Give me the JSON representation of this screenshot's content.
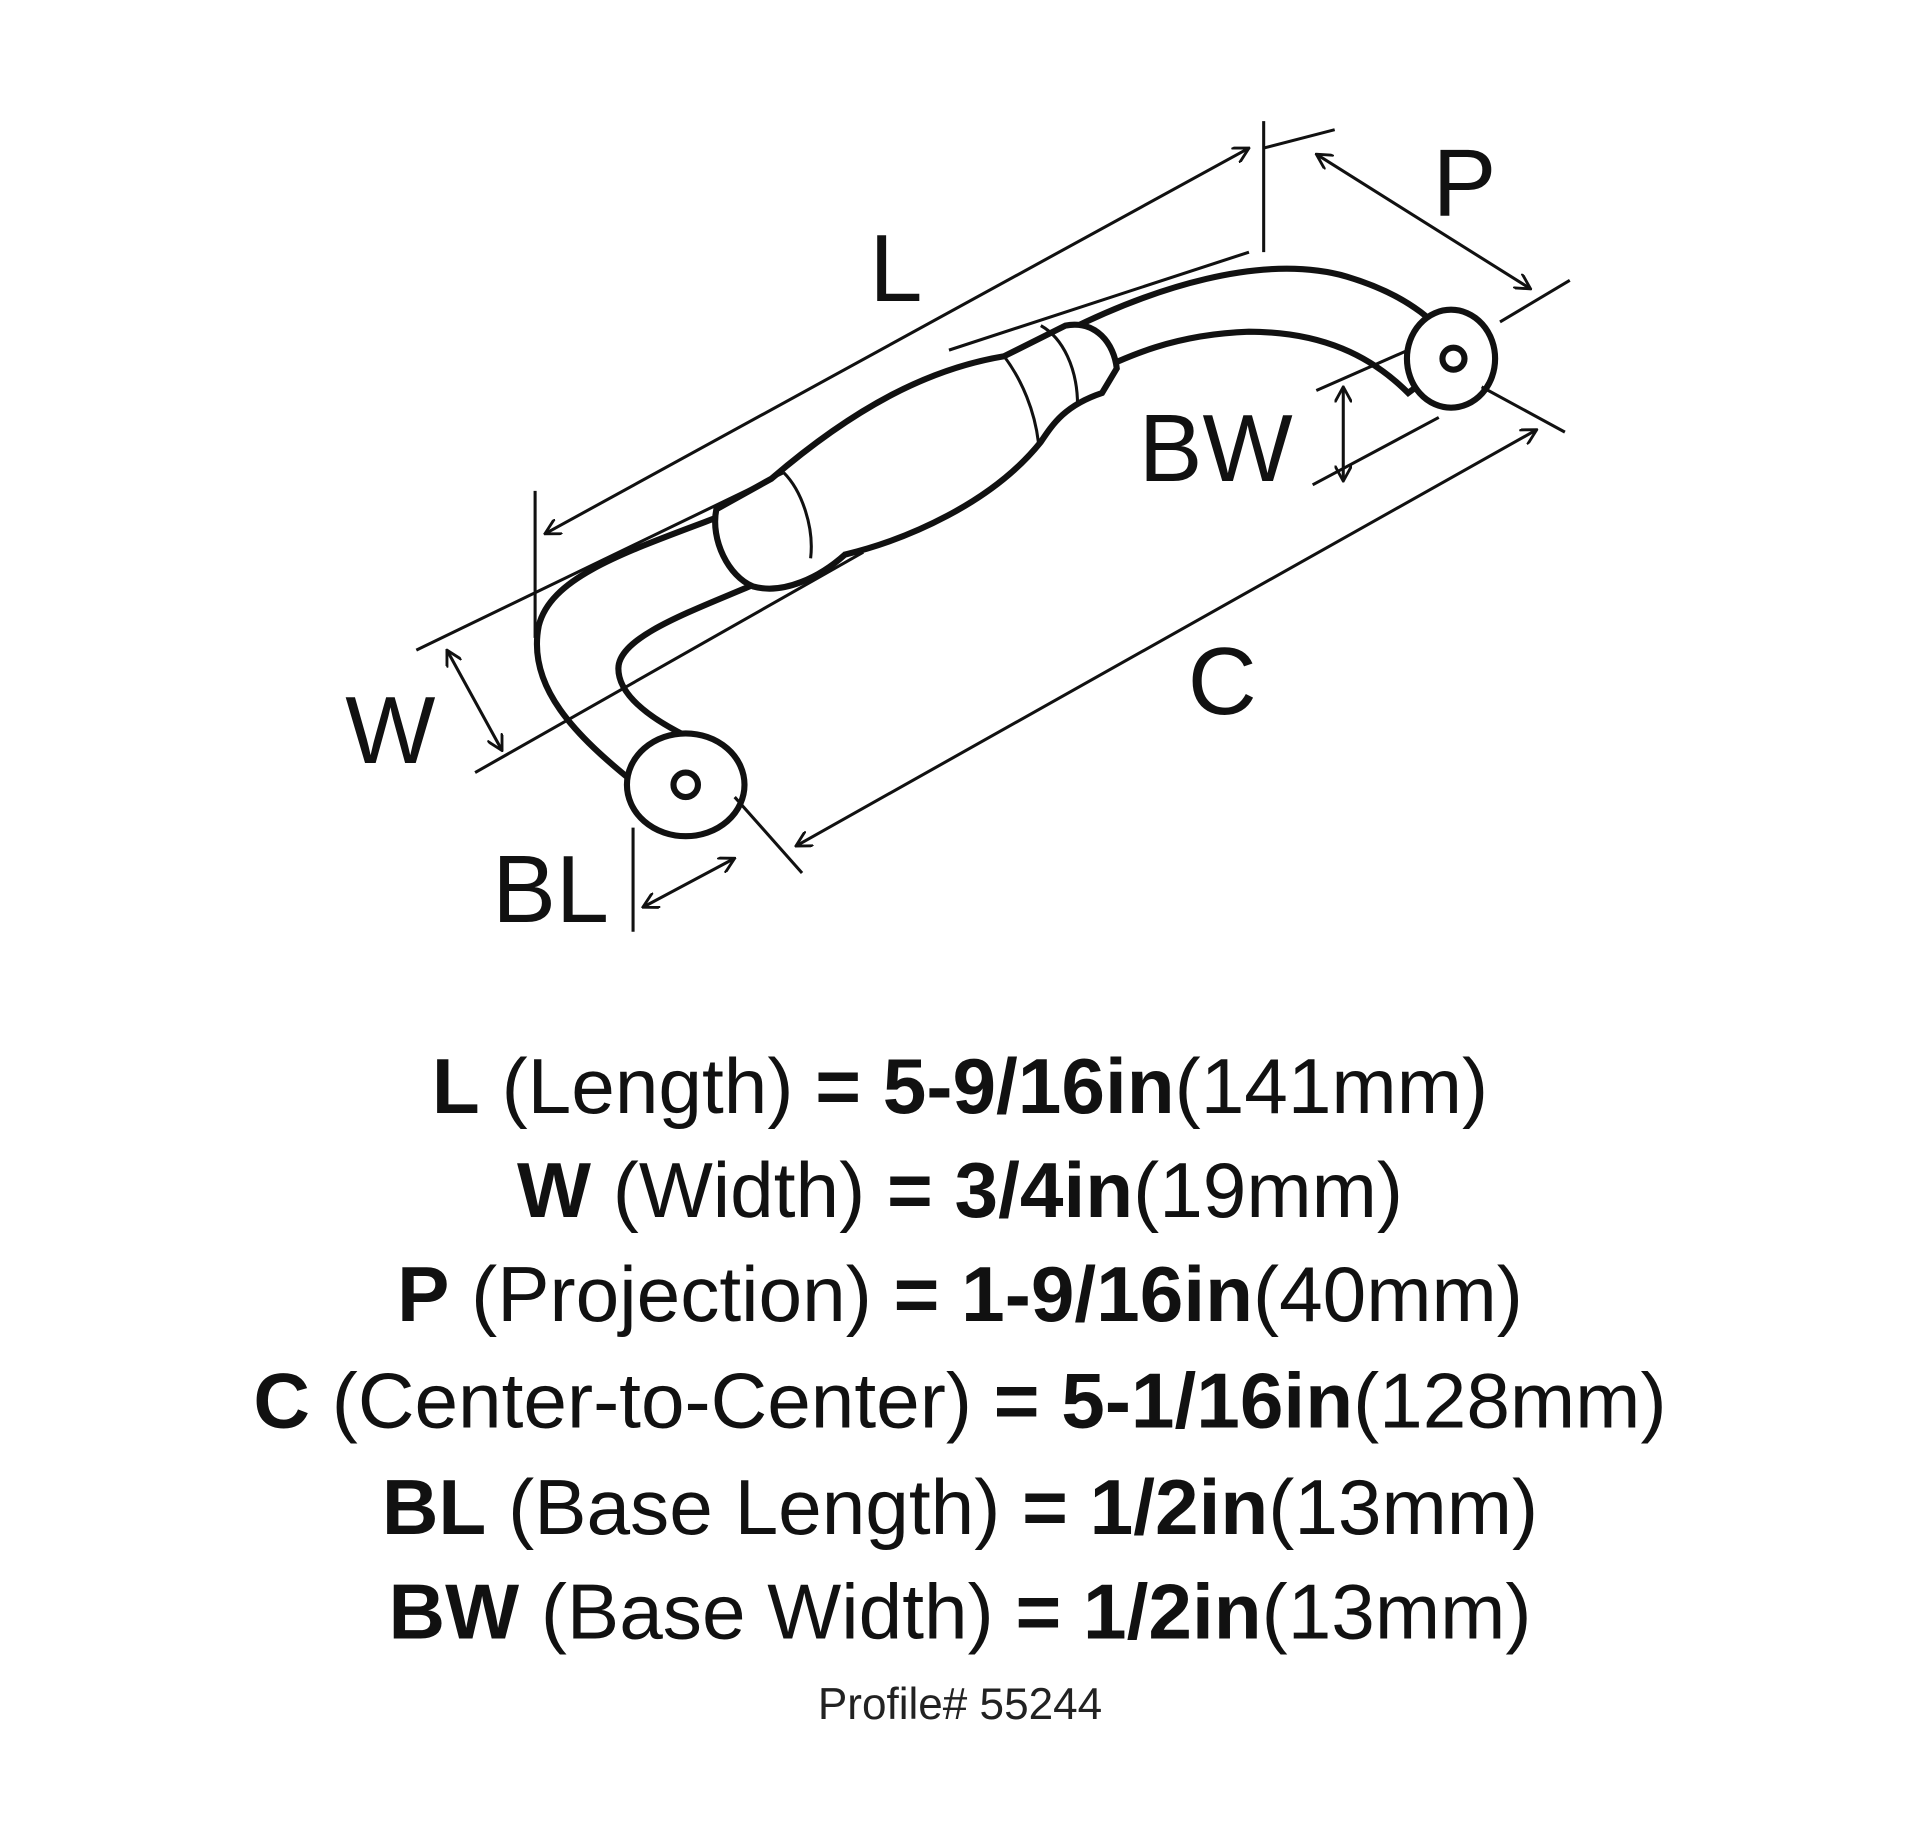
{
  "diagram": {
    "labels": {
      "L": "L",
      "P": "P",
      "BW": "BW",
      "C": "C",
      "W": "W",
      "BL": "BL"
    }
  },
  "specs": [
    {
      "code": "L",
      "name": "(Length)",
      "eq": "=",
      "inch": "5-9/16in",
      "mm": "(141mm)"
    },
    {
      "code": "W",
      "name": "(Width)",
      "eq": "=",
      "inch": "3/4in",
      "mm": "(19mm)"
    },
    {
      "code": "P",
      "name": "(Projection)",
      "eq": "=",
      "inch": "1-9/16in",
      "mm": "(40mm)"
    },
    {
      "code": "C",
      "name": "(Center-to-Center)",
      "eq": "=",
      "inch": "5-1/16in",
      "mm": "(128mm)"
    },
    {
      "code": "BL",
      "name": "(Base Length)",
      "eq": "=",
      "inch": "1/2in",
      "mm": "(13mm)"
    },
    {
      "code": "BW",
      "name": "(Base Width)",
      "eq": "=",
      "inch": "1/2in",
      "mm": "(13mm)"
    }
  ],
  "profile": "Profile# 55244"
}
